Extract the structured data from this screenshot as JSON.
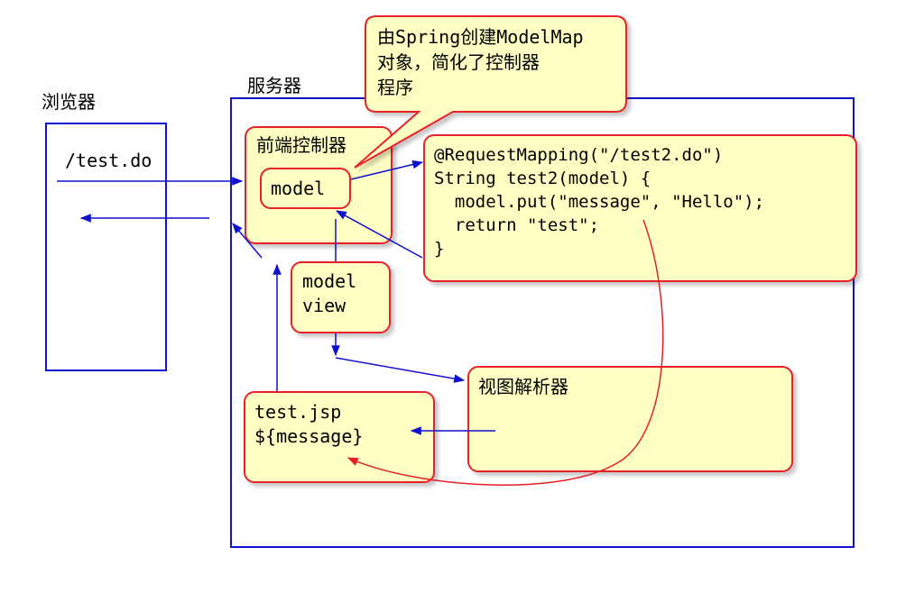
{
  "browser": {
    "title": "浏览器",
    "request": "/test.do"
  },
  "server": {
    "title": "服务器"
  },
  "callout": {
    "line1": "由Spring创建ModelMap",
    "line2": "对象，简化了控制器",
    "line3": "程序"
  },
  "front_controller": {
    "title": "前端控制器",
    "model_label": "model"
  },
  "handler_code": {
    "line1": "@RequestMapping(\"/test2.do\")",
    "line2": "String test2(model) {",
    "line3": "  model.put(\"message\", \"Hello\");",
    "line4": "  return \"test\";",
    "line5": "}"
  },
  "model_view": {
    "line1": "model",
    "line2": "view"
  },
  "view_resolver": {
    "title": "视图解析器"
  },
  "jsp": {
    "line1": "test.jsp",
    "line2": "${message}"
  },
  "colors": {
    "frame": "#1010d0",
    "arrow": "#1010d0",
    "box_fill": "#ffffc4",
    "box_border": "#e8202a",
    "curve": "#e8202a"
  }
}
